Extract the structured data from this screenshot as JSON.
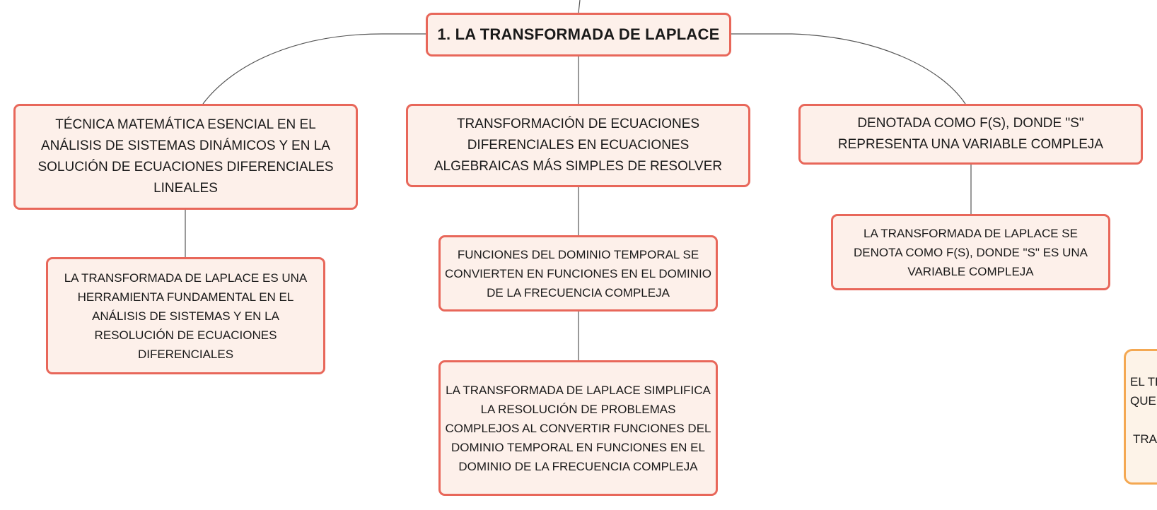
{
  "map": {
    "root": {
      "label": "1. LA TRANSFORMADA DE LAPLACE"
    },
    "branch_left": {
      "label": "TÉCNICA MATEMÁTICA ESENCIAL EN EL ANÁLISIS DE SISTEMAS DINÁMICOS Y EN LA SOLUCIÓN DE ECUACIONES DIFERENCIALES LINEALES",
      "child": "LA TRANSFORMADA DE LAPLACE ES UNA HERRAMIENTA FUNDAMENTAL EN EL ANÁLISIS DE SISTEMAS Y EN LA RESOLUCIÓN DE ECUACIONES DIFERENCIALES"
    },
    "branch_center": {
      "label": "TRANSFORMACIÓN DE ECUACIONES DIFERENCIALES EN ECUACIONES ALGEBRAICAS MÁS SIMPLES DE RESOLVER",
      "child": "FUNCIONES DEL DOMINIO TEMPORAL SE CONVIERTEN EN FUNCIONES EN EL DOMINIO DE LA FRECUENCIA COMPLEJA",
      "grandchild": "LA TRANSFORMADA DE LAPLACE SIMPLIFICA LA RESOLUCIÓN DE PROBLEMAS COMPLEJOS AL CONVERTIR FUNCIONES DEL DOMINIO TEMPORAL EN FUNCIONES EN EL DOMINIO DE LA FRECUENCIA COMPLEJA"
    },
    "branch_right": {
      "label": "DENOTADA COMO F(S), DONDE \"S\" REPRESENTA UNA VARIABLE COMPLEJA",
      "child": "LA TRANSFORMADA DE LAPLACE SE DENOTA COMO F(S), DONDE \"S\" ES UNA VARIABLE COMPLEJA"
    },
    "offscreen_node": {
      "lines": [
        "EL TE",
        "QUE",
        "",
        "TRA"
      ]
    }
  },
  "colors": {
    "node_fill": "#fdf0ea",
    "node_border": "#e8675a",
    "offscreen_border": "#f4a852",
    "connector": "#555555"
  }
}
